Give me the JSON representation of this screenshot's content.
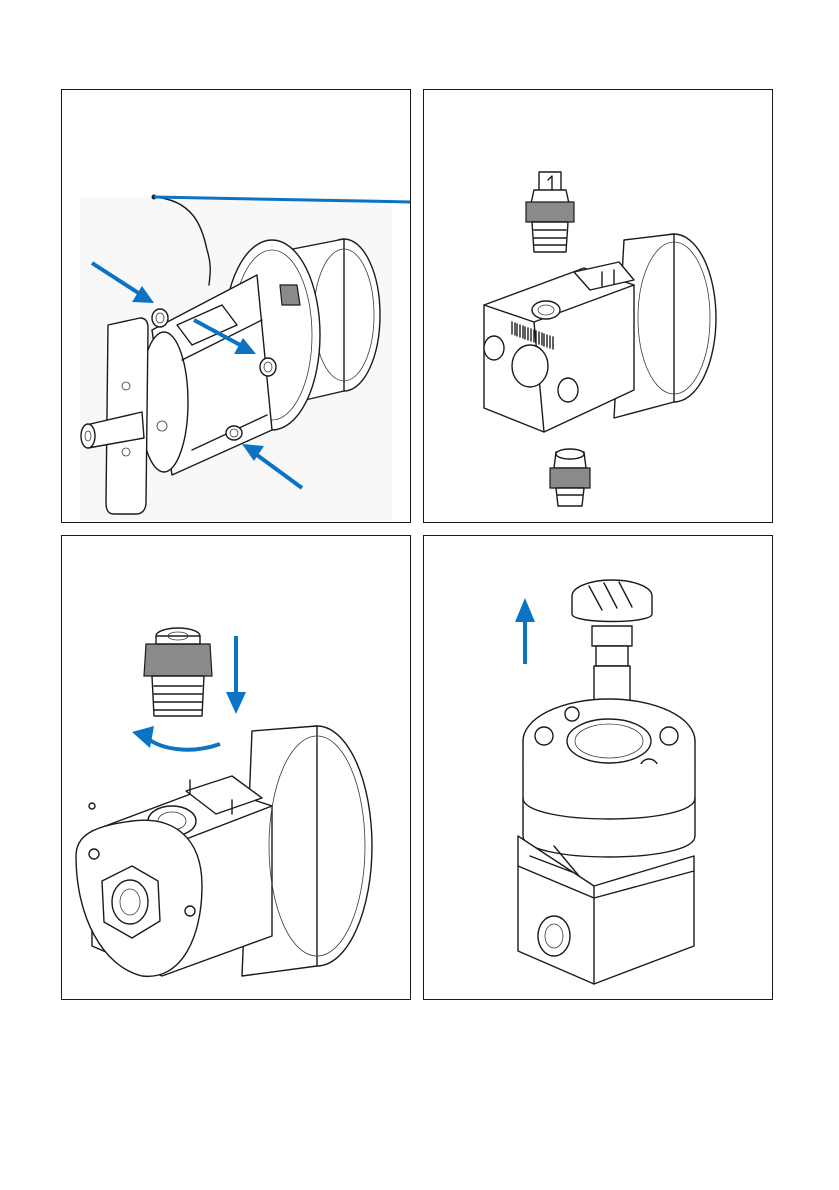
{
  "page": {
    "width": 839,
    "height": 1190
  },
  "colors": {
    "arrow": "#0a73c4",
    "line": "#1b1b1b",
    "border": "#1a1a1a",
    "background": "#ffffff"
  },
  "panels": [
    {
      "id": "remove-screws",
      "arrows": 3,
      "callout_line": true
    },
    {
      "id": "valve-cartridges",
      "arrows": 0
    },
    {
      "id": "screw-in-valve",
      "arrows": 2,
      "rotation": "counterclockwise"
    },
    {
      "id": "pull-out-piston",
      "arrows": 1,
      "direction": "up"
    }
  ]
}
